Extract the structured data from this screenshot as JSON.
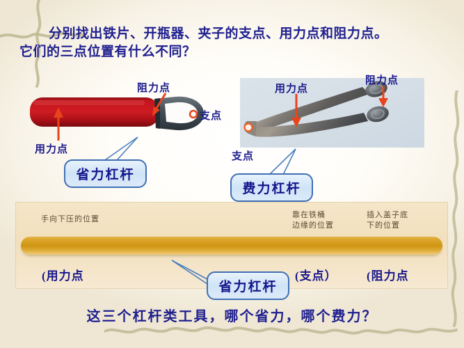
{
  "slide": {
    "heading_line1": "分别找出铁片、开瓶器、夹子的支点、用力点和阻力点。",
    "heading_line2": "它们的三点位置有什么不同？",
    "footer_question": "这三个杠杆类工具，哪个省力，哪个费力？"
  },
  "opener": {
    "label_resistance": "阻力点",
    "label_fulcrum": "支点",
    "label_effort": "用力点",
    "callout": "省力杠杆"
  },
  "tongs": {
    "label_effort": "用力点",
    "label_resistance": "阻力点",
    "label_fulcrum": "支点",
    "callout": "费力杠杆"
  },
  "panel": {
    "hand_left": "手向下压的位置",
    "hand_mid": "靠在铁桶\n边缘的位置",
    "hand_right": "插入盖子底\n下的位置",
    "label_effort": "(用力点",
    "label_fulcrum": "(支点）",
    "label_resistance": "(阻力点",
    "callout": "省力杠杆"
  },
  "colors": {
    "text_blue": "#1f1f8f",
    "arrow_red": "#e8441c",
    "callout_border": "#3f6fb5",
    "callout_fill": "#cfe4f7",
    "opener_red": "#c1121a",
    "opener_metal": "#3e4a52",
    "panel_tan": "#f2e0bd",
    "gold_bar": "#cf9613",
    "tongs_bg": "#d5dee6",
    "border_olive": "#b9b389"
  }
}
